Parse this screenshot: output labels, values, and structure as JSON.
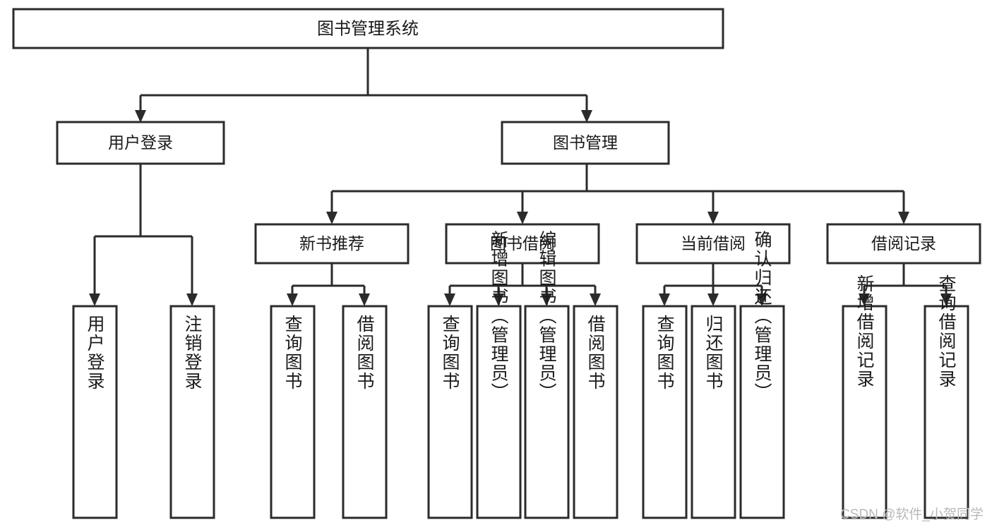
{
  "diagram": {
    "title": "图书管理系统",
    "watermark": "CSDN @软件_小贺同学",
    "type": "tree-hierarchy-diagram",
    "colors": {
      "box_stroke": "#2b2b2b",
      "box_fill": "#ffffff",
      "text": "#1a1a1a",
      "background": "#ffffff",
      "watermark": "#b9b9b9"
    },
    "root": {
      "label": "图书管理系统"
    },
    "level2": [
      {
        "label": "用户登录"
      },
      {
        "label": "图书管理"
      }
    ],
    "level3": [
      {
        "label": "新书推荐"
      },
      {
        "label": "图书借阅"
      },
      {
        "label": "当前借阅"
      },
      {
        "label": "借阅记录"
      }
    ],
    "leaves": {
      "user_login": [
        {
          "label": "用户登录"
        },
        {
          "label": "注销登录"
        }
      ],
      "new_book_recommend": [
        {
          "label": "查询图书"
        },
        {
          "label": "借阅图书"
        }
      ],
      "book_borrow": [
        {
          "label": "查询图书"
        },
        {
          "label": "新增图书（管理员）"
        },
        {
          "label": "编辑图书（管理员）"
        },
        {
          "label": "借阅图书"
        }
      ],
      "current_borrow": [
        {
          "label": "查询图书"
        },
        {
          "label": "归还图书"
        },
        {
          "label": "确认归还（管理员）"
        }
      ],
      "borrow_record": [
        {
          "label": "新增借阅记录"
        },
        {
          "label": "查询借阅记录"
        }
      ]
    }
  }
}
